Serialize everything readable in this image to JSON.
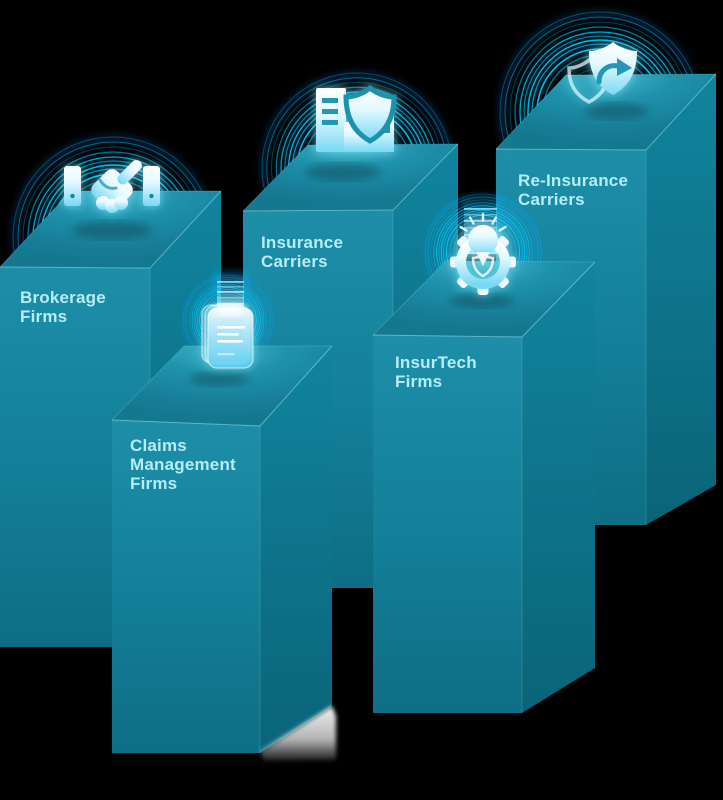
{
  "diagram": {
    "type": "isometric-pillars-infographic",
    "theme": "insurance-ecosystem",
    "pillars": [
      {
        "id": "brokerage",
        "label_lines": [
          "Brokerage",
          "Firms"
        ],
        "icon": "handshake-icon"
      },
      {
        "id": "insurance",
        "label_lines": [
          "Insurance",
          "Carriers"
        ],
        "icon": "building-shield-icon"
      },
      {
        "id": "reinsurance",
        "label_lines": [
          "Re-Insurance",
          "Carriers"
        ],
        "icon": "shield-arrow-icon"
      },
      {
        "id": "claims",
        "label_lines": [
          "Claims",
          "Management",
          "Firms"
        ],
        "icon": "documents-icon",
        "has_light_beam": true,
        "has_floor_glow": true
      },
      {
        "id": "insurtech",
        "label_lines": [
          "InsurTech",
          "Firms"
        ],
        "icon": "gear-lightbulb-icon",
        "has_light_beam": true
      }
    ],
    "palette": {
      "background": "#000000",
      "ring_glow": "#00d7ff",
      "front_face_top": "#1e8ea8",
      "front_face_bottom": "#0e6e84",
      "side_face_top": "#11849e",
      "side_face_bottom": "#0a6478",
      "top_face_light": "#41b4c9",
      "top_face_dark": "#14788f",
      "label_text": "#b5edf5",
      "icon_light": "#ffffff",
      "icon_deep": "#79d9f4",
      "beam_light": "#ebfcff",
      "floor_glow": "#ffffff"
    }
  }
}
